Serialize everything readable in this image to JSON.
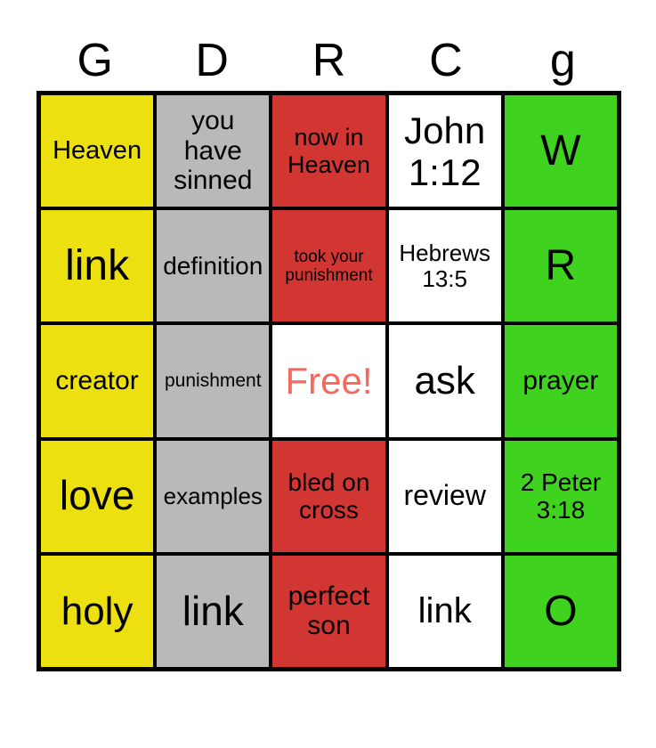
{
  "header": {
    "letters": [
      "G",
      "D",
      "R",
      "C",
      "g"
    ]
  },
  "colors": {
    "yellow": "#EDE011",
    "gray": "#B9B9B9",
    "red": "#D23632",
    "green": "#3FD21E",
    "white": "#FFFFFF",
    "salmon": "#F4695F",
    "black": "#000000"
  },
  "grid": {
    "rows": [
      [
        {
          "label": "Heaven",
          "bg": "yellow",
          "font_px": 29
        },
        {
          "label": "you have sinned",
          "bg": "gray",
          "font_px": 30
        },
        {
          "label": "now in Heaven",
          "bg": "red",
          "font_px": 27
        },
        {
          "label": "John 1:12",
          "bg": "white",
          "font_px": 42
        },
        {
          "label": "W",
          "bg": "green",
          "font_px": 48
        }
      ],
      [
        {
          "label": "link",
          "bg": "yellow",
          "font_px": 48
        },
        {
          "label": "definition",
          "bg": "gray",
          "font_px": 28
        },
        {
          "label": "took your punishment",
          "bg": "red",
          "font_px": 19
        },
        {
          "label": "Hebrews 13:5",
          "bg": "white",
          "font_px": 26
        },
        {
          "label": "R",
          "bg": "green",
          "font_px": 48
        }
      ],
      [
        {
          "label": "creator",
          "bg": "yellow",
          "font_px": 30
        },
        {
          "label": "punishment",
          "bg": "gray",
          "font_px": 21
        },
        {
          "label": "Free!",
          "bg": "white",
          "text_color": "salmon",
          "font_px": 42
        },
        {
          "label": "ask",
          "bg": "white",
          "font_px": 44
        },
        {
          "label": "prayer",
          "bg": "green",
          "font_px": 30
        }
      ],
      [
        {
          "label": "love",
          "bg": "yellow",
          "font_px": 46
        },
        {
          "label": "examples",
          "bg": "gray",
          "font_px": 26
        },
        {
          "label": "bled on cross",
          "bg": "red",
          "font_px": 28
        },
        {
          "label": "review",
          "bg": "white",
          "font_px": 32
        },
        {
          "label": "2 Peter 3:18",
          "bg": "green",
          "font_px": 28
        }
      ],
      [
        {
          "label": "holy",
          "bg": "yellow",
          "font_px": 44
        },
        {
          "label": "link",
          "bg": "gray",
          "font_px": 46
        },
        {
          "label": "perfect son",
          "bg": "red",
          "font_px": 30
        },
        {
          "label": "link",
          "bg": "white",
          "font_px": 40
        },
        {
          "label": "O",
          "bg": "green",
          "font_px": 48
        }
      ]
    ]
  }
}
